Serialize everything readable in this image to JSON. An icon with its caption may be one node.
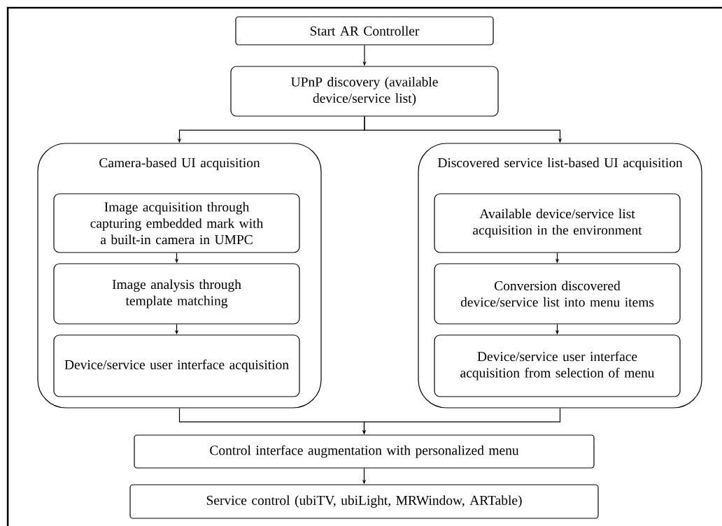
{
  "diagram": {
    "nodes": [
      {
        "text": [
          "Start AR Controller"
        ]
      },
      {
        "text": [
          "UPnP discovery (available device/service list)"
        ]
      },
      {
        "text": [
          "Camera-based UI acquisition"
        ]
      },
      {
        "text": [
          "Image acquisition through capturing embedded mark with a built-in camera in UMPC"
        ],
        "in": 2
      },
      {
        "text": [
          "Image analysis through template matching"
        ],
        "in": 2
      },
      {
        "text": [
          "Device/service user interface acquisition"
        ],
        "in": 2
      },
      {
        "text": [
          "Discovered service list-based UI acquisition"
        ]
      },
      {
        "text": [
          "Available device/service list acquisition in the environment"
        ],
        "in": 6
      },
      {
        "text": [
          "Conversion discovered device/service list into menu items"
        ],
        "in": 6
      },
      {
        "text": [
          "Device/service user interface acquisition from selection of menu"
        ],
        "in": 6
      },
      {
        "text": [
          "Control interface augmentation with personalized  menu"
        ]
      },
      {
        "text": [
          "Service control (ubiTV, ubiLight, MRWindow, ARTable)"
        ]
      }
    ],
    "edges": [
      {
        "from": 0,
        "to": 1,
        "arrow": "to"
      },
      {
        "from": 1,
        "to": 2,
        "arrow": "to"
      },
      {
        "from": 1,
        "to": 6,
        "arrow": "to"
      },
      {
        "from": 3,
        "to": 4,
        "arrow": "to"
      },
      {
        "from": 4,
        "to": 5,
        "arrow": "to"
      },
      {
        "from": 7,
        "to": 8,
        "arrow": "to"
      },
      {
        "from": 8,
        "to": 9,
        "arrow": "to"
      },
      {
        "from": 2,
        "to": 10,
        "arrow": "to"
      },
      {
        "from": 6,
        "to": 10,
        "arrow": "to"
      },
      {
        "from": 10,
        "to": 11,
        "arrow": "to"
      }
    ]
  }
}
